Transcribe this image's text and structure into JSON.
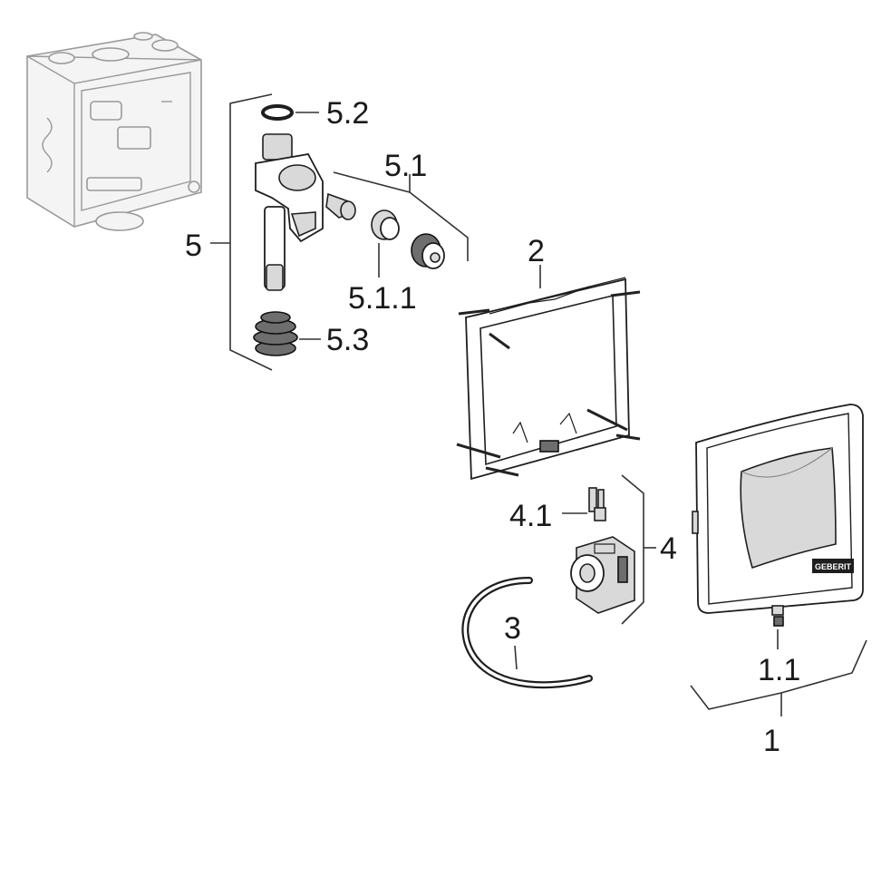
{
  "callouts": {
    "c1": "1",
    "c1_1": "1.1",
    "c2": "2",
    "c3": "3",
    "c4": "4",
    "c4_1": "4.1",
    "c5": "5",
    "c5_1": "5.1",
    "c5_1_1": "5.1.1",
    "c5_2": "5.2",
    "c5_3": "5.3"
  },
  "brand_logo_text": "GEBERIT"
}
